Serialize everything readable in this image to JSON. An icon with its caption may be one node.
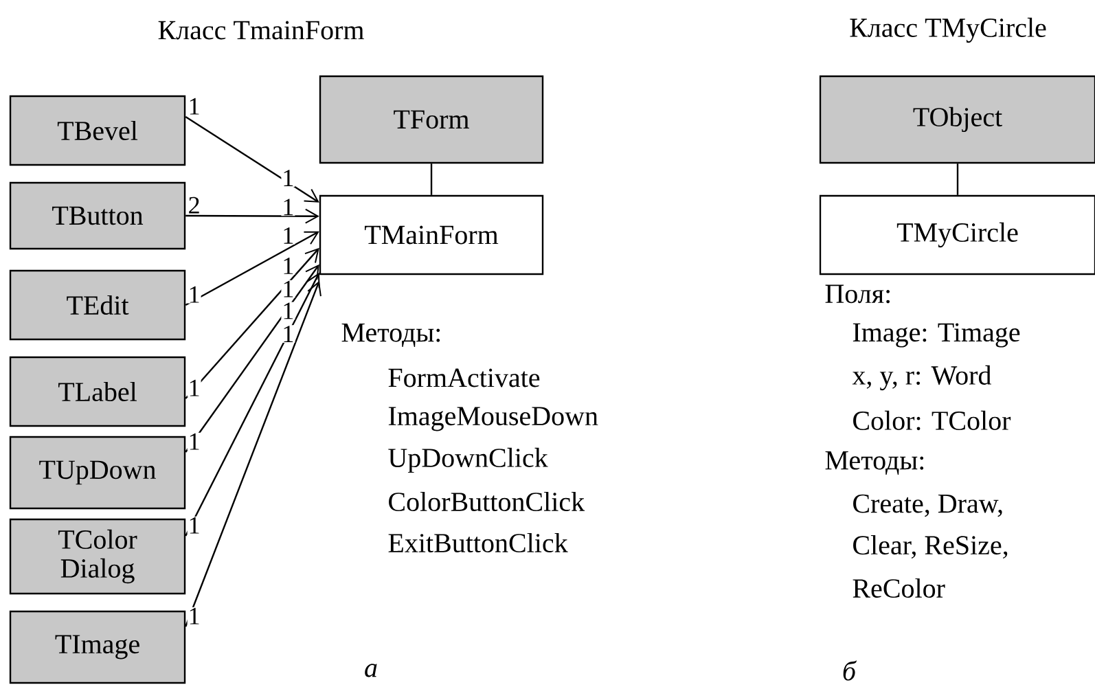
{
  "diagram": {
    "nodes": [
      {
        "text": [
          "TForm"
        ]
      },
      {
        "text": [
          "TMainForm"
        ]
      },
      {
        "text": [
          "TBevel"
        ]
      },
      {
        "text": [
          "TButton"
        ]
      },
      {
        "text": [
          "TEdit"
        ]
      },
      {
        "text": [
          "TLabel"
        ]
      },
      {
        "text": [
          "TUpDown"
        ]
      },
      {
        "text": [
          "TColor Dialog"
        ]
      },
      {
        "text": [
          "TImage"
        ]
      },
      {
        "text": [
          "TObject"
        ]
      },
      {
        "text": [
          "TMyCircle"
        ]
      }
    ],
    "edges": [
      {
        "from": 0,
        "to": 1,
        "arrow": "none"
      },
      {
        "from": 9,
        "to": 10,
        "arrow": "none"
      },
      {
        "from": 2,
        "to": 1,
        "arrow": "to",
        "label": "1"
      },
      {
        "from": 3,
        "to": 1,
        "arrow": "to",
        "label": "2"
      },
      {
        "from": 4,
        "to": 1,
        "arrow": "to",
        "label": "1"
      },
      {
        "from": 5,
        "to": 1,
        "arrow": "to",
        "label": "1"
      },
      {
        "from": 6,
        "to": 1,
        "arrow": "to",
        "label": "1"
      },
      {
        "from": 7,
        "to": 1,
        "arrow": "to",
        "label": "1"
      },
      {
        "from": 8,
        "to": 1,
        "arrow": "to",
        "label": "1"
      }
    ],
    "labels": [
      "Класс TmainForm",
      "Класс TMyCircle",
      "1",
      "1",
      "1",
      "1",
      "1",
      "1",
      "1",
      "Методы:",
      "FormActivate",
      "ImageMouseDown",
      "UpDownClick",
      "ColorButtonClick",
      "ExitButtonClick",
      "Поля:",
      "Image: Timage",
      "x, y, r: Word",
      "Color: TColor",
      "Методы:",
      "Create, Draw,",
      "Clear, ReSize,",
      "ReColor",
      "а",
      "б"
    ]
  }
}
